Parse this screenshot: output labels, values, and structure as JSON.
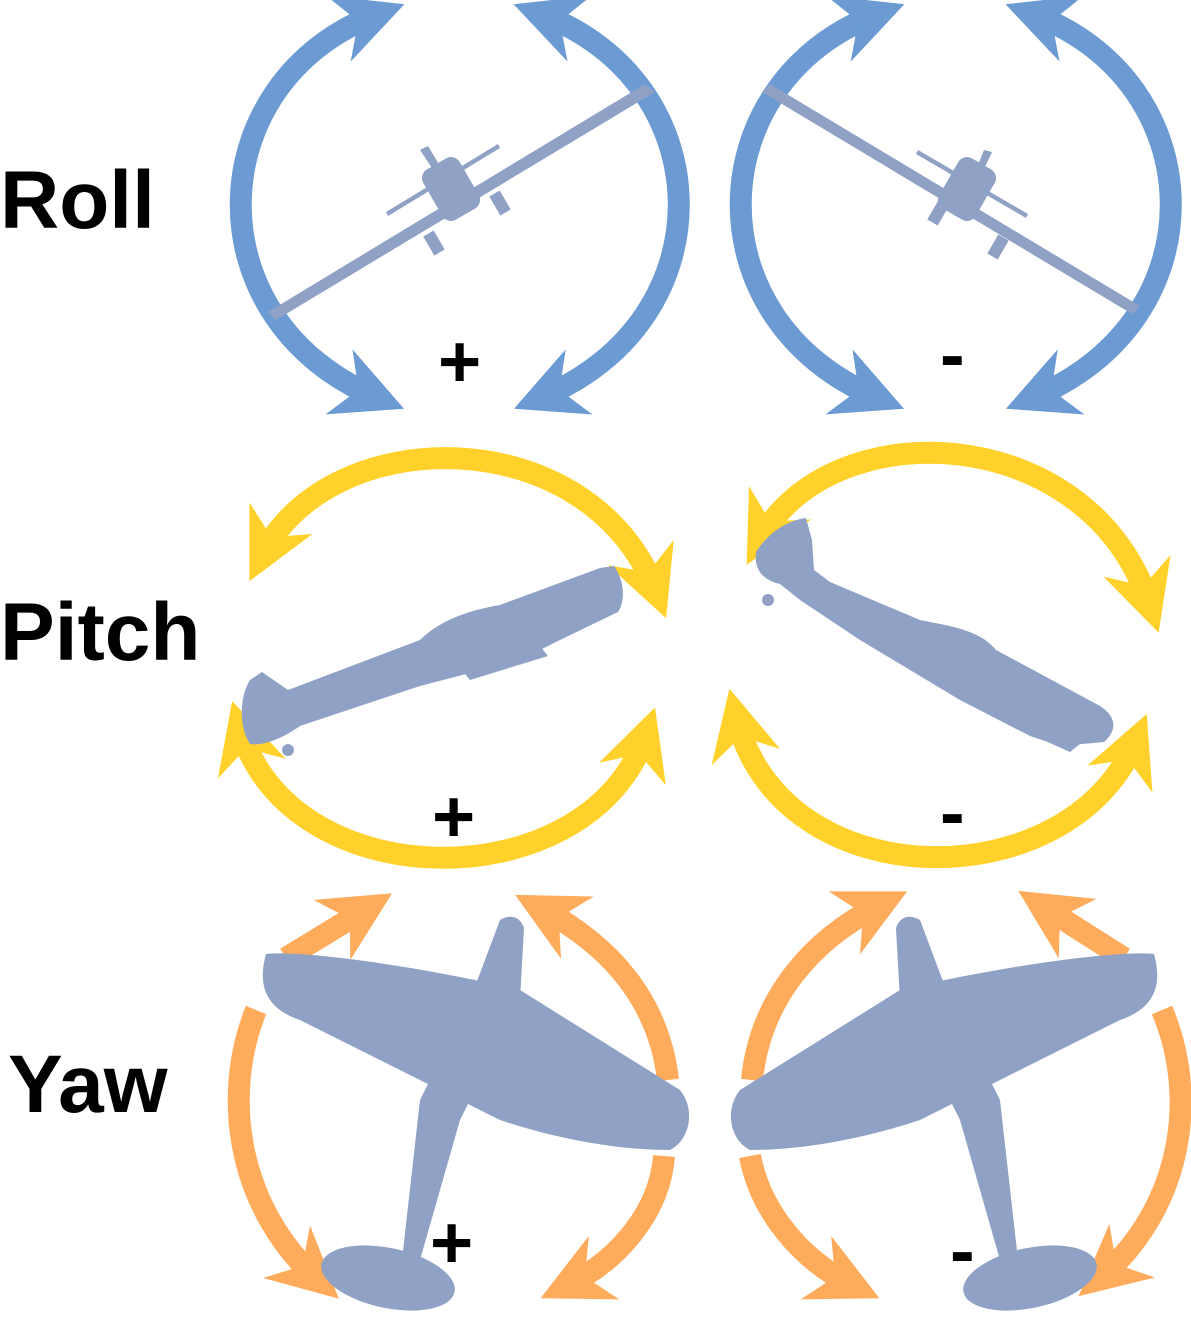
{
  "rows": [
    {
      "label": "Roll",
      "arrow_color": "#6b9bd2",
      "plane_color": "#8fa1c4",
      "panels": [
        {
          "sign": "+"
        },
        {
          "sign": "-"
        }
      ]
    },
    {
      "label": "Pitch",
      "arrow_color": "#ffd12a",
      "plane_color": "#8fa1c4",
      "panels": [
        {
          "sign": "+"
        },
        {
          "sign": "-"
        }
      ]
    },
    {
      "label": "Yaw",
      "arrow_color": "#ffab5c",
      "plane_color": "#8fa1c4",
      "panels": [
        {
          "sign": "+"
        },
        {
          "sign": "-"
        }
      ]
    }
  ]
}
